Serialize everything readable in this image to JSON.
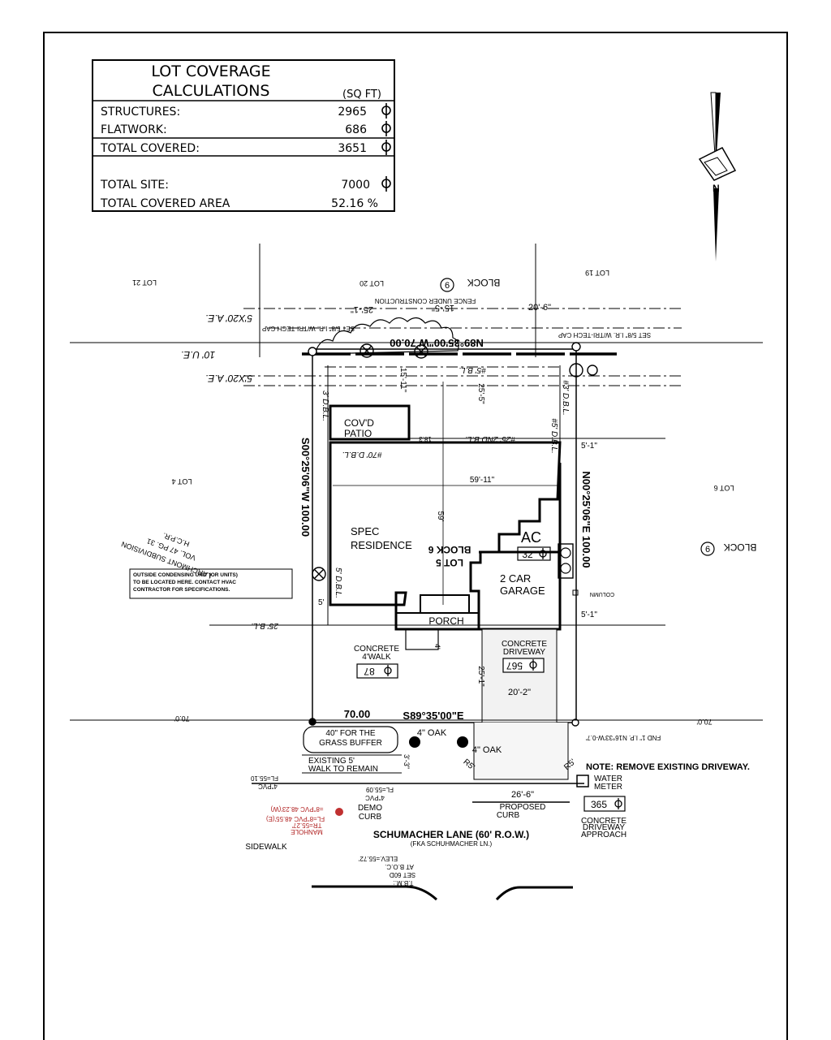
{
  "table": {
    "title1": "LOT COVERAGE",
    "title2": "CALCULATIONS",
    "unit": "(SQ FT)",
    "rows": [
      {
        "label": "STRUCTURES:",
        "value": "2965"
      },
      {
        "label": "FLATWORK:",
        "value": "686"
      },
      {
        "label": "TOTAL COVERED:",
        "value": "3651"
      },
      {
        "label": "TOTAL SITE:",
        "value": "7000"
      },
      {
        "label": "TOTAL COVERED AREA",
        "value": "52.16 %"
      }
    ]
  },
  "north_arrow": {
    "letter": "N"
  },
  "plan": {
    "lots": {
      "lot21": "LOT 21",
      "lot20": "LOT 20",
      "lot19": "LOT 19",
      "lot4": "LOT 4",
      "lot6": "LOT 6",
      "block6_top": "BLOCK",
      "block6_right": "BLOCK",
      "block_num": "6"
    },
    "easements": {
      "ae_top": "5'X20' A.E.",
      "ue": "10' U.E.",
      "ae_bottom": "5'X20' A.E."
    },
    "fence_note": "FENCE UNDER CONSTRUCTION",
    "top_bearing": "N89°35'00\"W 70.00",
    "left_bearing": "S00°25'06\"W 100.00",
    "right_bearing": "N00°25'06\"E 100.00",
    "bottom_distance": "70.00",
    "bottom_bearing": "S89°35'00\"E",
    "cap_left": "SET 5/8\" I.R. W/TRI-TECH CAP",
    "cap_right": "SET 5/8\" I.R. W/TRI-TECH CAP",
    "dim_25_1": "25'-1\"",
    "dim_15_5": "15'-5\"",
    "dim_20_6": "20'-6\"",
    "dim_15_11": "15'-11\"",
    "dim_25_5": "25'-5\"",
    "bl_5_top": "#5' B.L.",
    "dbl_3": "3' D.B.L.",
    "dbl_3_right": "#3' D.B.L.",
    "dbl_5_right": "#5' D.B.L.",
    "bl_25_2nd": "#25' 2ND B.L.",
    "dbl_70": "#70' D.B.L.",
    "dim_18_3": "18.3",
    "dim_5_1_top": "5'-1\"",
    "dim_5_1_bottom": "5'-1\"",
    "dim_59_11": "59'-11\"",
    "dim_59": "59'",
    "dbl_5_left": "5' D.B.L.",
    "dim_5_left": "5'",
    "bl_25": "25' B.L.",
    "patio1": "COV'D",
    "patio2": "PATIO",
    "residence1": "SPEC",
    "residence2": "RESIDENCE",
    "lot5_block6a": "LOT 5",
    "lot5_block6b": "BLOCK 6",
    "ac": "AC",
    "ac_value": "32",
    "garage1": "2 CAR",
    "garage2": "GARAGE",
    "column": "COLUMN",
    "porch": "PORCH",
    "dim_4": "4'",
    "walk1": "CONCRETE",
    "walk2": "4'WALK",
    "walk_value": "87",
    "drive1": "CONCRETE",
    "drive2": "DRIVEWAY",
    "drive_value": "567",
    "dim_25_1b": "25'-1\"",
    "dim_20_2": "20'-2\"",
    "subdivision1": "LARCHMONT SUBDIVISION",
    "subdivision2": "VOL. 47 PG. 31",
    "subdivision3": "H.C.P.R.",
    "hvac1": "OUTSIDE CONDENSING UNIT (OR UNITS)",
    "hvac2": "TO BE LOCATED HERE. CONTACT HVAC",
    "hvac3": "CONTRACTOR FOR SPECIFICATIONS.",
    "line70_left": "70.0'",
    "line70_right": "70.0'",
    "fnd": "FND 1\" I.P. N16°33'W-0.7'",
    "grass1": "40\" FOR THE",
    "grass2": "GRASS BUFFER",
    "oak1": "4\" OAK",
    "oak2": "4\" OAK",
    "walk_remain1": "EXISTING 5'",
    "walk_remain2": "WALK TO REMAIN",
    "dim_3_3": "3'-3\"",
    "r5_left": "R5'",
    "r5_right": "R5'",
    "note": "NOTE: REMOVE EXISTING DRIVEWAY.",
    "water1": "WATER",
    "water2": "METER",
    "fl_left": "FL=55.10",
    "fl_left2": "4\"PVC",
    "fl_mid": "FL=55.09",
    "fl_mid2": "4\"PVC",
    "demo1": "DEMO",
    "demo2": "CURB",
    "dim_26_6": "26'-6\"",
    "proposed1": "PROPOSED",
    "proposed2": "CURB",
    "approach_value": "365",
    "approach1": "CONCRETE",
    "approach2": "DRIVEWAY",
    "approach3": "APPROACH",
    "manhole1": "MANHOLE",
    "manhole2": "TR=55.27'",
    "manhole3": "FL=8\"PVC 48.55'(E)",
    "manhole4": "=8\"PVC 48.23'(W)",
    "street": "SCHUMACHER LANE (60' R.O.W.)",
    "street_fka": "(FKA SCHUHMACHER LN.)",
    "sidewalk": "SIDEWALK",
    "tbm1": "T.B.M.:",
    "tbm2": "SET 60D",
    "tbm3": "AT B.O.C.",
    "tbm4": "ELEV.=55.72'"
  }
}
